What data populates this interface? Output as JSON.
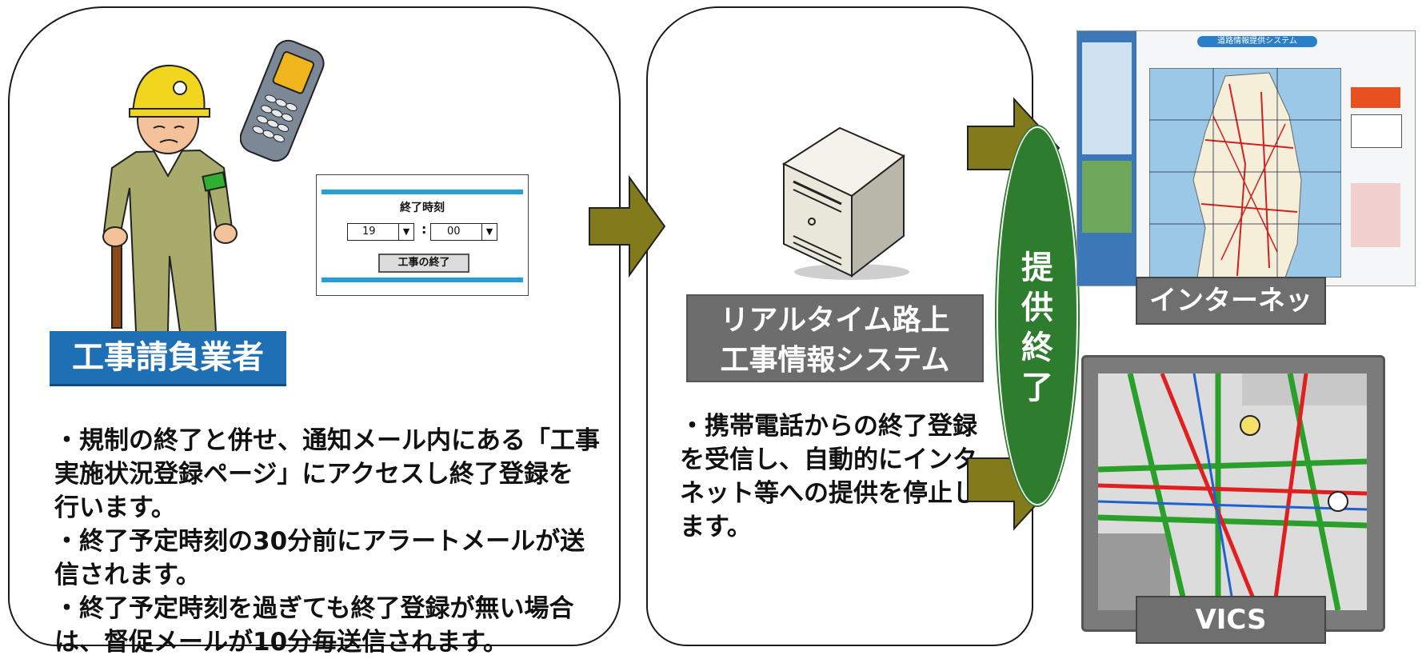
{
  "contractor": {
    "label": "工事請負業者",
    "form": {
      "title": "終了時刻",
      "hour": "19",
      "minute": "00",
      "separator": ":",
      "end_button": "工事の終了"
    },
    "text_lines": [
      "・規制の終了と併せ、通知メール内にある「工事",
      "実施状況登録ページ」にアクセスし終了登録を",
      "行います。",
      "・終了予定時刻の30分前にアラートメールが送",
      "信されます。",
      "・終了予定時刻を過ぎても終了登録が無い場合",
      "は、督促メールが10分毎送信されます。"
    ]
  },
  "system": {
    "label_lines": [
      "リアルタイム路上",
      "工事情報システム"
    ],
    "text_lines": [
      "・携帯電話からの終了登録",
      "を受信し、自動的にインタ-",
      "ネット等への提供を停止し",
      "ます。"
    ]
  },
  "status": {
    "chars": [
      "提",
      "供",
      "終",
      "了"
    ]
  },
  "outputs": {
    "internet": {
      "label": "インターネット",
      "screen_title": "道路情報提供システム"
    },
    "vics": {
      "label": "VICS"
    }
  },
  "colors": {
    "arrow": "#837a1c",
    "oval": "#2e7d2e",
    "contractor_label": "#1f6fb4",
    "gray_label": "#6d6d6d",
    "form_bar": "#24a0d8"
  }
}
